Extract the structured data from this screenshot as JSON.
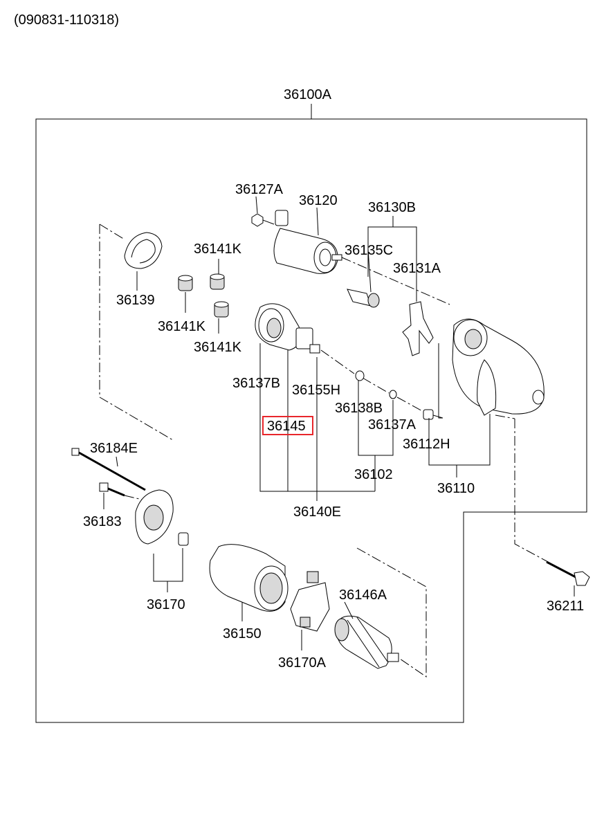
{
  "header": {
    "date_code": "(090831-110318)"
  },
  "diagram": {
    "assembly_label": "36100A",
    "highlighted_part": "36145",
    "highlight_color": "#e8262b",
    "part_labels": {
      "p36127A": "36127A",
      "p36120": "36120",
      "p36130B": "36130B",
      "p36135C": "36135C",
      "p36131A": "36131A",
      "p36141K_a": "36141K",
      "p36141K_b": "36141K",
      "p36141K_c": "36141K",
      "p36139": "36139",
      "p36137B": "36137B",
      "p36155H": "36155H",
      "p36138B": "36138B",
      "p36137A": "36137A",
      "p36112H": "36112H",
      "p36145": "36145",
      "p36102": "36102",
      "p36110": "36110",
      "p36140E": "36140E",
      "p36184E": "36184E",
      "p36183": "36183",
      "p36170": "36170",
      "p36150": "36150",
      "p36146A": "36146A",
      "p36170A": "36170A",
      "p36211": "36211"
    }
  }
}
